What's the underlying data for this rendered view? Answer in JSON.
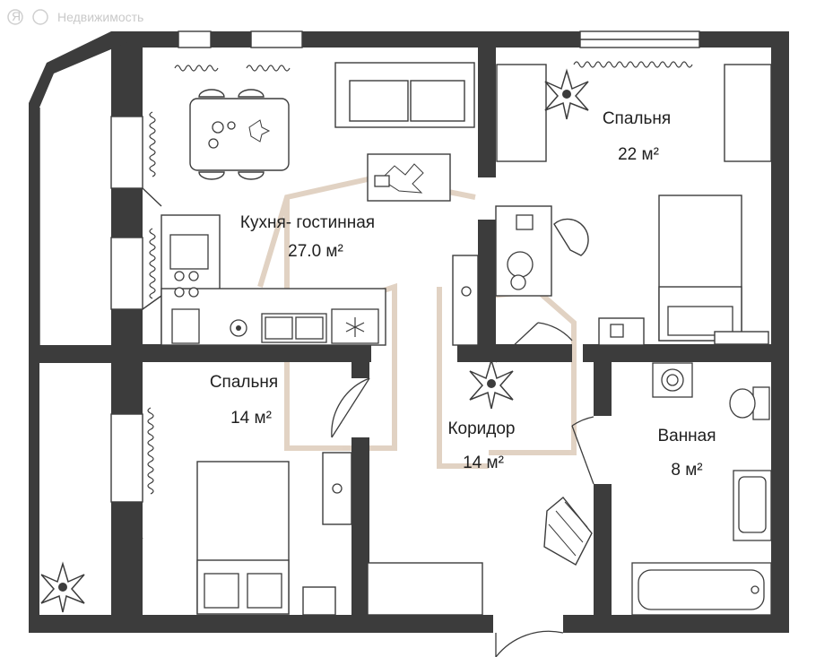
{
  "watermark": {
    "text": "Недвижимость",
    "badge": "Я"
  },
  "rooms": [
    {
      "id": "kitchen",
      "name": "Кухня- гостинная",
      "area": "27.0 м²"
    },
    {
      "id": "bedroom-large",
      "name": "Спальня",
      "area": "22 м²"
    },
    {
      "id": "bedroom-small",
      "name": "Спальня",
      "area": "14 м²"
    },
    {
      "id": "corridor",
      "name": "Коридор",
      "area": "14 м²"
    },
    {
      "id": "bathroom",
      "name": "Ванная",
      "area": "8 м²"
    }
  ],
  "colors": {
    "walls": "#3c3c3c",
    "logo_outline": "#d8c4b0",
    "background": "#ffffff"
  },
  "icons": [
    "plant-icon",
    "table-icon",
    "bed-icon",
    "sofa-icon",
    "stove-icon",
    "sink-icon",
    "toilet-icon",
    "bathtub-icon",
    "washer-icon"
  ]
}
